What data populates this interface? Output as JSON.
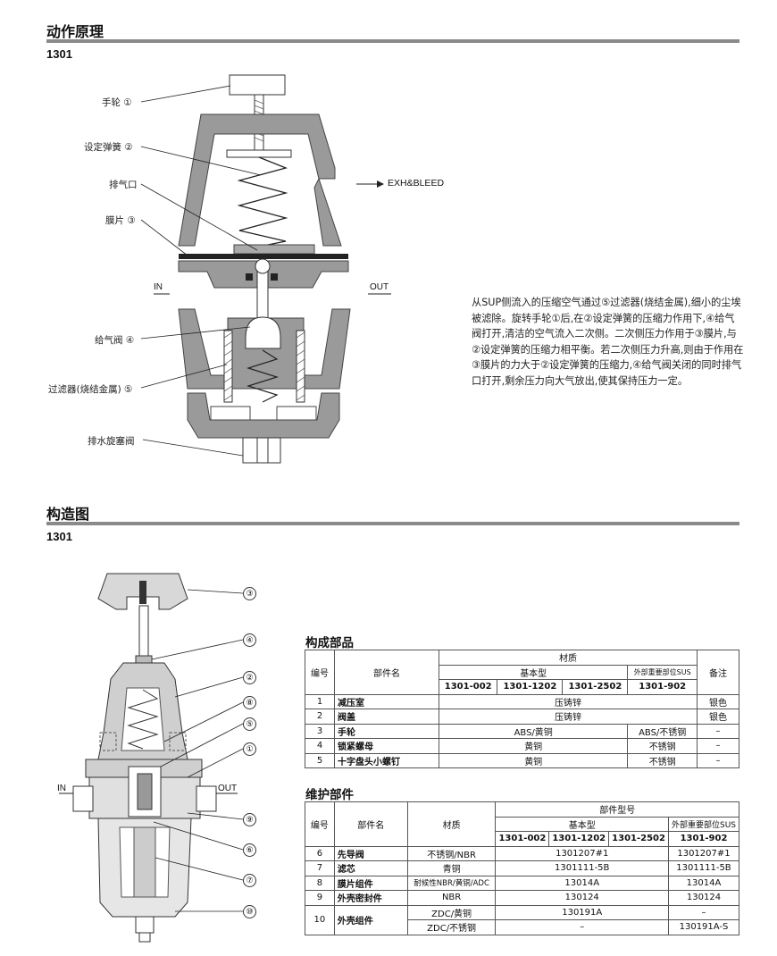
{
  "section1": {
    "title": "动作原理",
    "model": "1301",
    "callouts": [
      "手轮",
      "设定弹簧",
      "排气口",
      "膜片",
      "给气阀",
      "过滤器(烧结金属)",
      "排水旋塞阀"
    ],
    "callout_nums": [
      "①",
      "②",
      "",
      "③",
      "④",
      "⑤",
      ""
    ],
    "exh_label": "EXH&BLEED",
    "in_label": "IN",
    "out_label": "OUT",
    "description": "从SUP侧流入的压缩空气通过⑤过滤器(烧结金属),细小的尘埃被滤除。旋转手轮①后,在②设定弹簧的压缩力作用下,④给气阀打开,清洁的空气流入二次侧。二次侧压力作用于③膜片,与②设定弹簧的压缩力相平衡。若二次侧压力升高,则由于作用在③膜片的力大于②设定弹簧的压缩力,④给气阀关闭的同时排气口打开,剩余压力向大气放出,使其保持压力一定。"
  },
  "section2": {
    "title": "构造图",
    "model": "1301",
    "in_label": "IN",
    "out_label": "OUT",
    "nums": [
      "③",
      "④",
      "②",
      "⑧",
      "⑤",
      "①",
      "⑨",
      "⑥",
      "⑦",
      "⑩"
    ]
  },
  "parts_table": {
    "title": "构成部品",
    "h_no": "编号",
    "h_name": "部件名",
    "h_material": "材质",
    "h_basic": "基本型",
    "h_sus": "外部重要部位SUS",
    "h_note": "备注",
    "models": [
      "1301-002",
      "1301-1202",
      "1301-2502",
      "1301-902"
    ],
    "rows": [
      {
        "no": "1",
        "name": "减压室",
        "basic": "压铸锌",
        "sus": "",
        "note": "银色"
      },
      {
        "no": "2",
        "name": "阀盖",
        "basic": "压铸锌",
        "sus": "",
        "note": "银色"
      },
      {
        "no": "3",
        "name": "手轮",
        "basic": "ABS/黄铜",
        "sus": "ABS/不锈钢",
        "note": "–"
      },
      {
        "no": "4",
        "name": "锁紧螺母",
        "basic": "黄铜",
        "sus": "不锈钢",
        "note": "–"
      },
      {
        "no": "5",
        "name": "十字盘头小螺钉",
        "basic": "黄铜",
        "sus": "不锈钢",
        "note": "–"
      }
    ]
  },
  "maint_table": {
    "title": "维护部件",
    "h_no": "编号",
    "h_name": "部件名",
    "h_material": "材质",
    "h_partno": "部件型号",
    "h_basic": "基本型",
    "h_sus": "外部重要部位SUS",
    "models": [
      "1301-002",
      "1301-1202",
      "1301-2502",
      "1301-902"
    ],
    "rows": [
      {
        "no": "6",
        "name": "先导阀",
        "material": "不锈钢/NBR",
        "basic": "1301207#1",
        "sus": "1301207#1"
      },
      {
        "no": "7",
        "name": "滤芯",
        "material": "青铜",
        "basic": "1301111-5B",
        "sus": "1301111-5B"
      },
      {
        "no": "8",
        "name": "膜片组件",
        "material": "耐候性NBR/黄铜/ADC",
        "basic": "13014A",
        "sus": "13014A"
      },
      {
        "no": "9",
        "name": "外壳密封件",
        "material": "NBR",
        "basic": "130124",
        "sus": "130124"
      },
      {
        "no": "10",
        "name": "外壳组件",
        "material": "ZDC/黄铜",
        "basic": "130191A",
        "sus": "–"
      },
      {
        "no": "",
        "name": "",
        "material": "ZDC/不锈钢",
        "basic": "–",
        "sus": "130191A-S"
      }
    ]
  }
}
